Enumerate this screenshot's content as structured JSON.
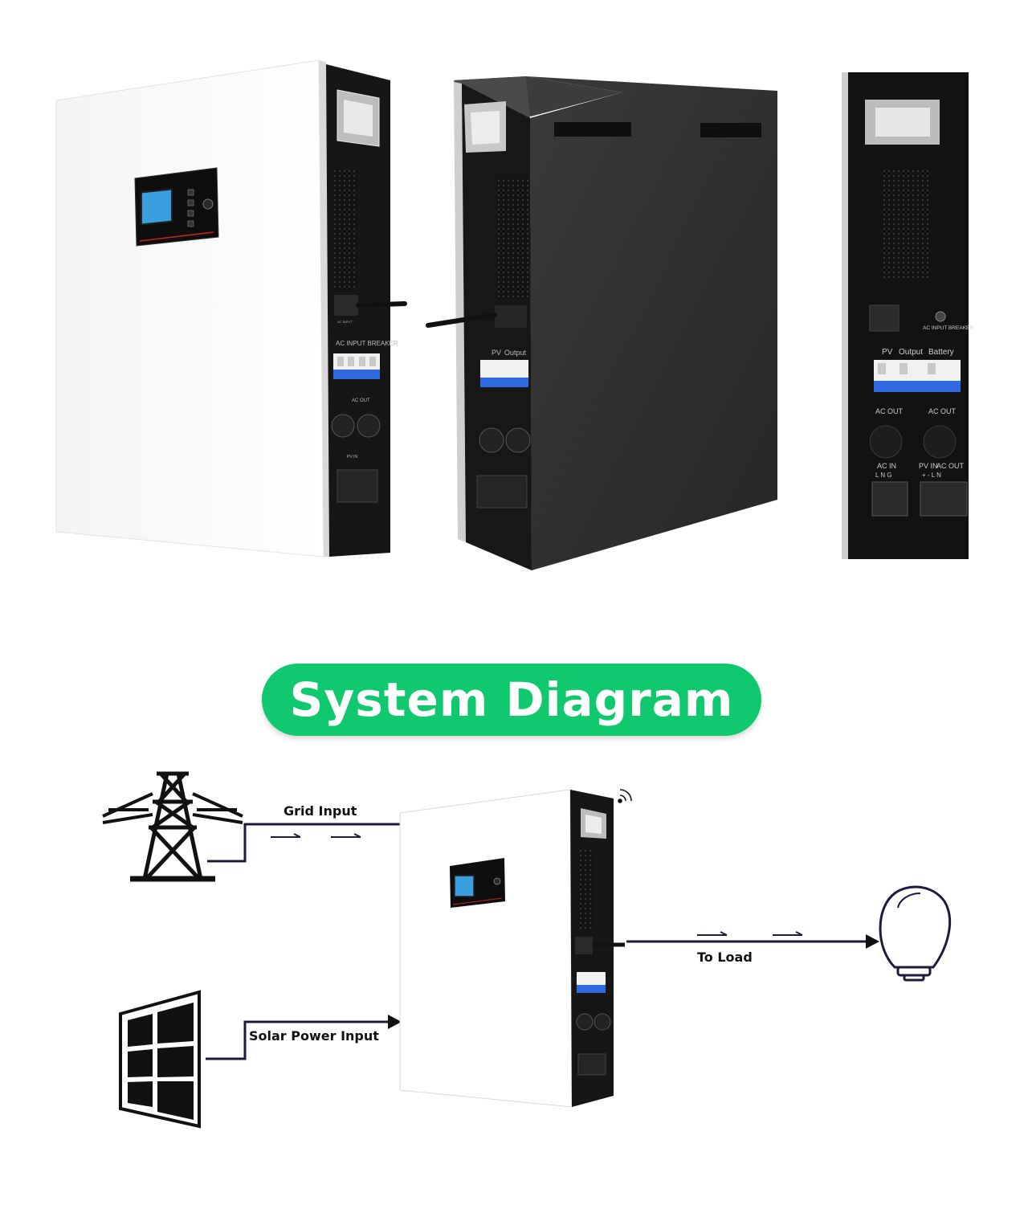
{
  "title": "System Diagram",
  "product_labels": {
    "ac_input_breaker": "AC INPUT BREAKER",
    "pv": "PV",
    "output": "Output",
    "battery": "Battery",
    "ac_out": "AC OUT",
    "ac_in": "AC IN",
    "pv_in": "PV IN",
    "lng": "L N G",
    "pm_ln": "+ - L N"
  },
  "diagram": {
    "grid_label": "Grid Input",
    "solar_label": "Solar Power Input",
    "load_label": "To Load"
  },
  "icons": {
    "pylon": "power-pylon-icon",
    "solar": "solar-panel-icon",
    "bulb": "light-bulb-icon",
    "wifi": "wifi-signal-icon"
  },
  "colors": {
    "accent": "#10c96e",
    "line": "#1e1b3a",
    "unit_white": "#ffffff",
    "unit_black": "#1a1a1a",
    "breaker_blue": "#2f6ae0"
  }
}
